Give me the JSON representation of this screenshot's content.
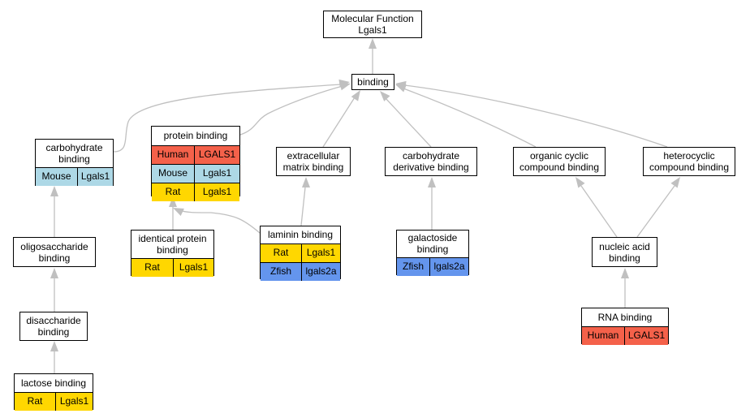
{
  "colors": {
    "edge": "#c0c0c0",
    "Human": "#f4614a",
    "Mouse": "#add8e6",
    "Rat": "#ffd700",
    "Zfish": "#6495ed"
  },
  "nodes": {
    "root": {
      "title": "Molecular Function\nLgals1",
      "rows": []
    },
    "binding": {
      "title": "binding",
      "rows": []
    },
    "carbohydrate_binding": {
      "title": "carbohydrate\nbinding",
      "rows": [
        {
          "species": "Mouse",
          "gene": "Lgals1"
        }
      ]
    },
    "protein_binding": {
      "title": "protein binding",
      "rows": [
        {
          "species": "Human",
          "gene": "LGALS1"
        },
        {
          "species": "Mouse",
          "gene": "Lgals1"
        },
        {
          "species": "Rat",
          "gene": "Lgals1"
        }
      ]
    },
    "ecm_binding": {
      "title": "extracellular\nmatrix binding",
      "rows": []
    },
    "carb_deriv_binding": {
      "title": "carbohydrate\nderivative binding",
      "rows": []
    },
    "organic_cyclic": {
      "title": "organic cyclic\ncompound binding",
      "rows": []
    },
    "heterocyclic": {
      "title": "heterocyclic\ncompound binding",
      "rows": []
    },
    "oligosaccharide": {
      "title": "oligosaccharide\nbinding",
      "rows": []
    },
    "identical_protein": {
      "title": "identical protein\nbinding",
      "rows": [
        {
          "species": "Rat",
          "gene": "Lgals1"
        }
      ]
    },
    "laminin": {
      "title": "laminin binding",
      "rows": [
        {
          "species": "Rat",
          "gene": "Lgals1"
        },
        {
          "species": "Zfish",
          "gene": "lgals2a"
        }
      ]
    },
    "galactoside": {
      "title": "galactoside\nbinding",
      "rows": [
        {
          "species": "Zfish",
          "gene": "lgals2a"
        }
      ]
    },
    "nucleic_acid": {
      "title": "nucleic acid\nbinding",
      "rows": []
    },
    "disaccharide": {
      "title": "disaccharide\nbinding",
      "rows": []
    },
    "rna_binding": {
      "title": "RNA binding",
      "rows": [
        {
          "species": "Human",
          "gene": "LGALS1"
        }
      ]
    },
    "lactose": {
      "title": "lactose binding",
      "rows": [
        {
          "species": "Rat",
          "gene": "Lgals1"
        }
      ]
    }
  }
}
